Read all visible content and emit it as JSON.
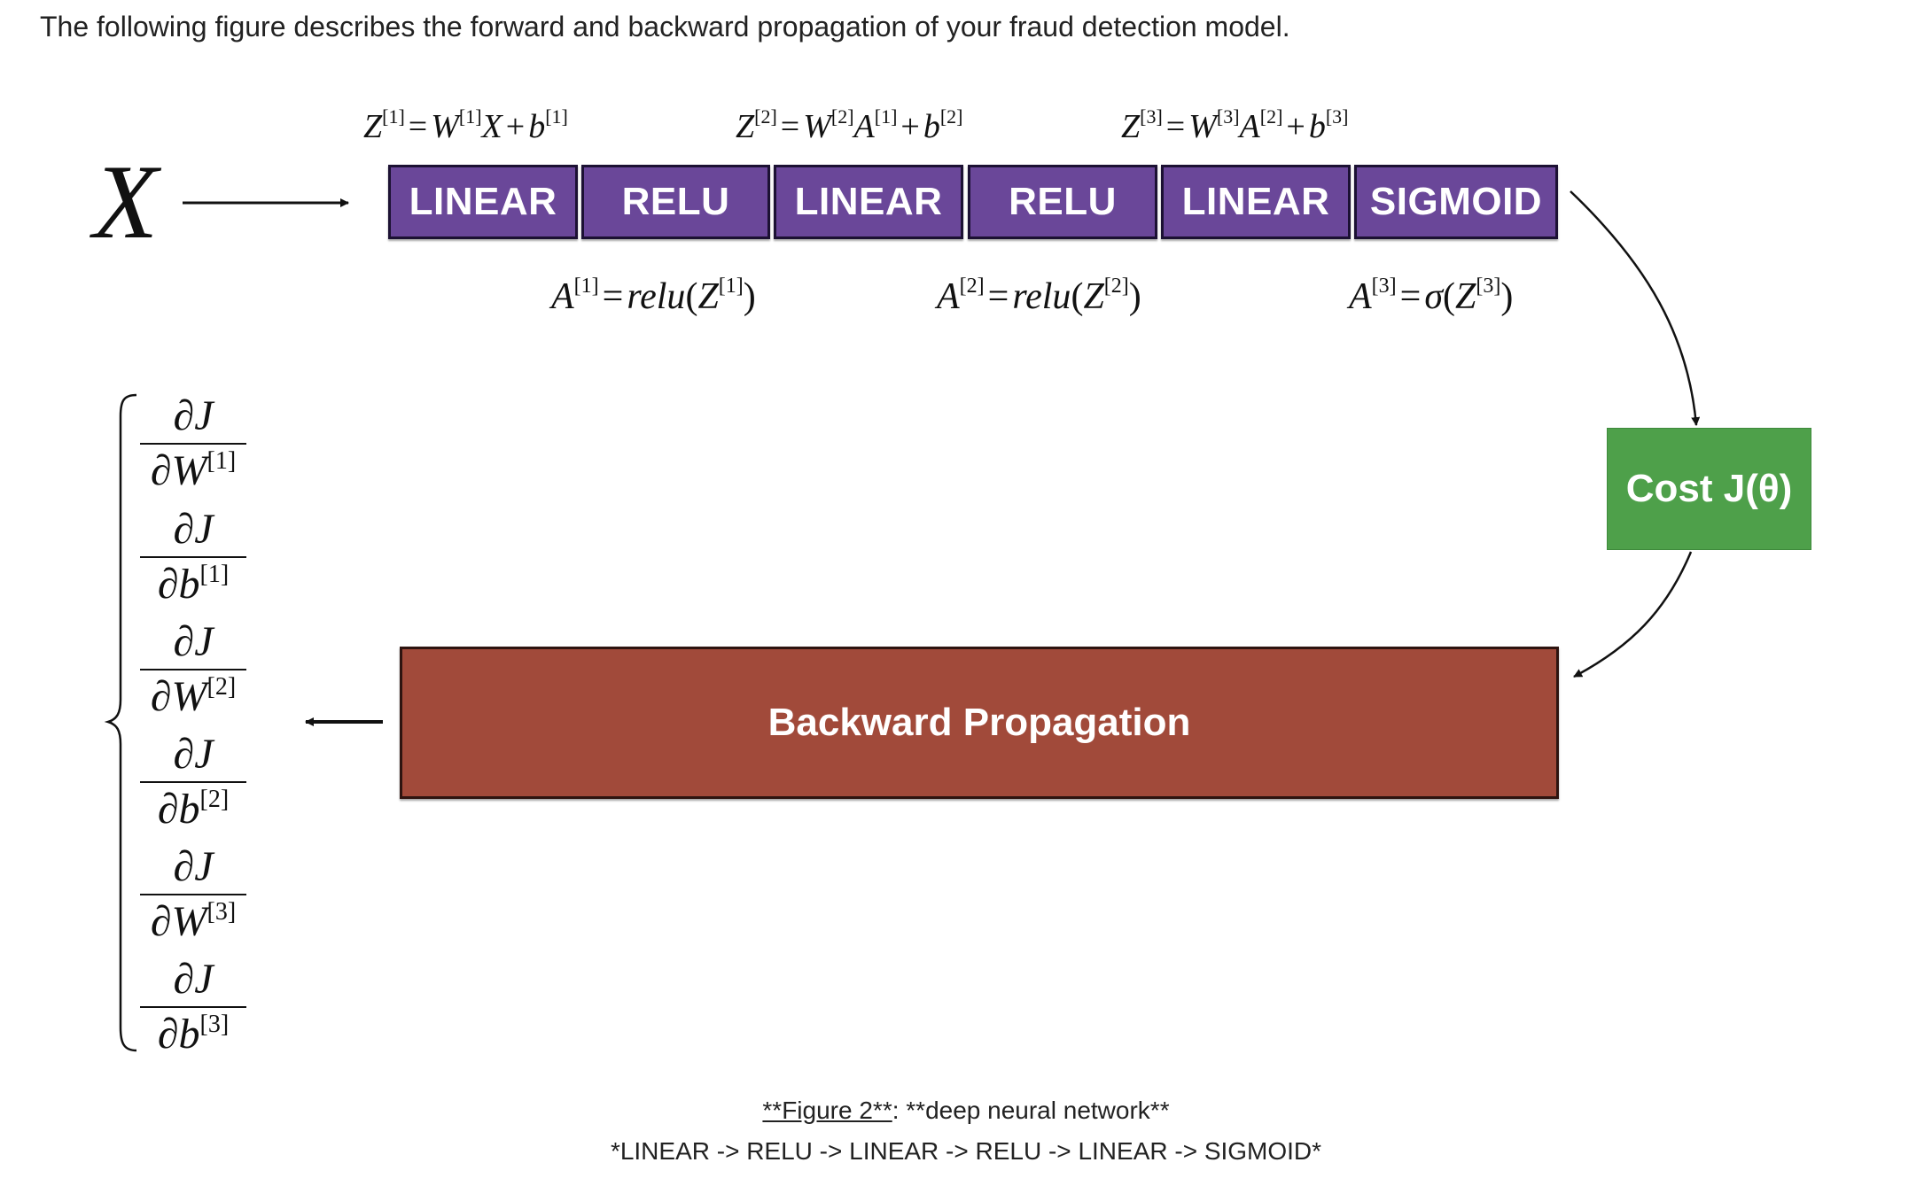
{
  "intro_text": "The following figure describes the forward and backward propagation of your fraud detection model.",
  "input_label": "X",
  "layers": [
    {
      "label": "LINEAR"
    },
    {
      "label": "RELU"
    },
    {
      "label": "LINEAR"
    },
    {
      "label": "RELU"
    },
    {
      "label": "LINEAR"
    },
    {
      "label": "SIGMOID"
    }
  ],
  "forward_equations": {
    "z1": {
      "lhs": "Z",
      "sup": "[1]",
      "rhs": [
        "W",
        "[1]",
        "X",
        "b",
        "[1]"
      ]
    },
    "z2": {
      "lhs": "Z",
      "sup": "[2]",
      "rhs": [
        "W",
        "[2]",
        "A",
        "[1]",
        "b",
        "[2]"
      ]
    },
    "z3": {
      "lhs": "Z",
      "sup": "[3]",
      "rhs": [
        "W",
        "[3]",
        "A",
        "[2]",
        "b",
        "[3]"
      ]
    }
  },
  "activation_equations": {
    "a1": {
      "lhs": "A",
      "sup": "[1]",
      "fn": "relu",
      "arg": "Z",
      "arg_sup": "[1]"
    },
    "a2": {
      "lhs": "A",
      "sup": "[2]",
      "fn": "relu",
      "arg": "Z",
      "arg_sup": "[2]"
    },
    "a3": {
      "lhs": "A",
      "sup": "[3]",
      "fn": "σ",
      "arg": "Z",
      "arg_sup": "[3]"
    }
  },
  "cost_label": "Cost J(θ)",
  "backward_label": "Backward Propagation",
  "gradients": [
    {
      "num": "∂J",
      "den": "∂W",
      "sup": "[1]"
    },
    {
      "num": "∂J",
      "den": "∂b",
      "sup": "[1]"
    },
    {
      "num": "∂J",
      "den": "∂W",
      "sup": "[2]"
    },
    {
      "num": "∂J",
      "den": "∂b",
      "sup": "[2]"
    },
    {
      "num": "∂J",
      "den": "∂W",
      "sup": "[3]"
    },
    {
      "num": "∂J",
      "den": "∂b",
      "sup": "[3]"
    }
  ],
  "caption": {
    "figure_label": "**Figure 2**",
    "separator": ": ",
    "figure_title": "**deep neural network**",
    "sequence": "*LINEAR -> RELU -> LINEAR -> RELU -> LINEAR -> SIGMOID*"
  },
  "colors": {
    "layer_box": "#6a4799",
    "cost_box": "#4ea04a",
    "backprop_box": "#a14a3a"
  }
}
